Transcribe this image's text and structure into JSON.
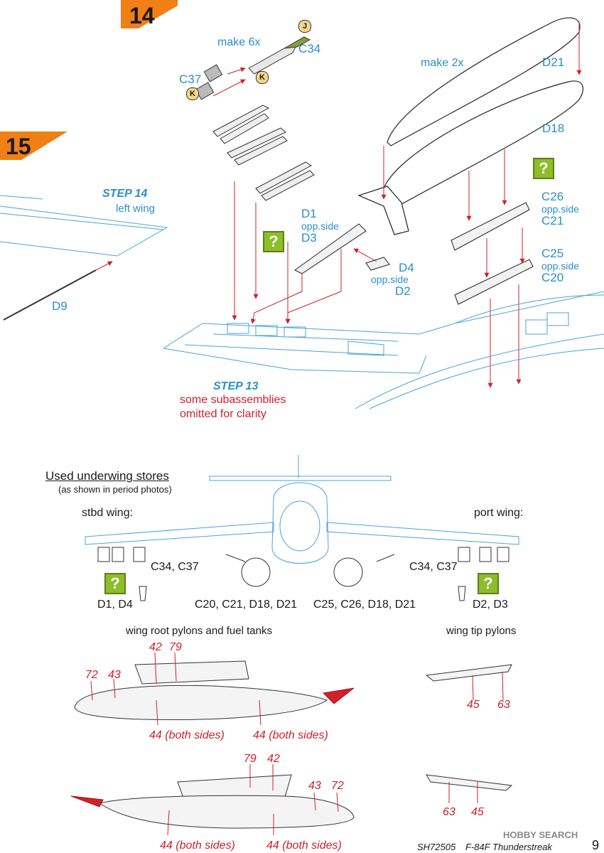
{
  "steps": {
    "step14_number": "14",
    "step15_number": "15",
    "step14_ref_title": "STEP 14",
    "step14_ref_sub": "left wing",
    "step13_ref_title": "STEP 13",
    "step13_note_line1": "some subassemblies",
    "step13_note_line2": "omitted for clarity"
  },
  "callouts": {
    "make6x": "make 6x",
    "c34": "C34",
    "c37": "C37",
    "badge_j": "J",
    "badge_k": "K",
    "make2x": "make 2x",
    "d21": "D21",
    "d18": "D18",
    "c26": "C26",
    "opp_side": "opp.side",
    "c21": "C21",
    "c25": "C25",
    "c20": "C20",
    "d1": "D1",
    "d3": "D3",
    "d4": "D4",
    "d2": "D2",
    "d9": "D9"
  },
  "question_mark": "?",
  "stores": {
    "title": "Used underwing stores",
    "subtitle": "(as shown in period photos)",
    "stbd_wing": "stbd wing:",
    "port_wing": "port wing:",
    "stbd_rockets": "C34, C37",
    "port_rockets": "C34, C37",
    "stbd_pylon": "D1, D4",
    "port_pylon": "D2, D3",
    "stbd_tank": "C20, C21, D18, D21",
    "port_tank": "C25, C26, D18, D21"
  },
  "decals": {
    "root_title": "wing root pylons and fuel tanks",
    "tip_title": "wing tip pylons",
    "n42": "42",
    "n79": "79",
    "n72": "72",
    "n43": "43",
    "n44_both": "44 (both sides)",
    "n45": "45",
    "n63": "63"
  },
  "footer": {
    "code": "SH72505",
    "model": "F-84F Thunderstreak",
    "page": "9",
    "watermark": "HOBBY SEARCH"
  },
  "colors": {
    "callout_blue": "#2a8fc8",
    "decal_red": "#d0202a",
    "step_orange": "#f07f16",
    "question_green": "#8dbd2a"
  }
}
